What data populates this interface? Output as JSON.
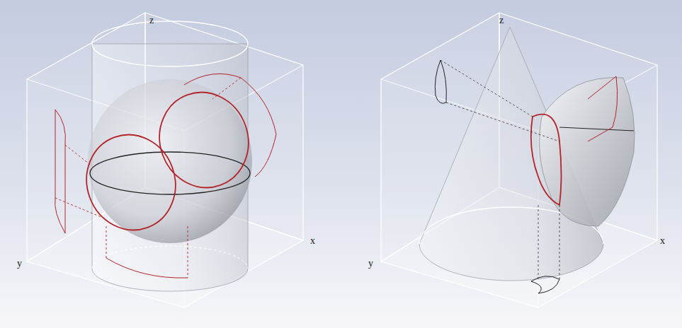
{
  "diagram": {
    "labels": [
      "z",
      "y",
      "x",
      "z",
      "y",
      "x"
    ]
  }
}
